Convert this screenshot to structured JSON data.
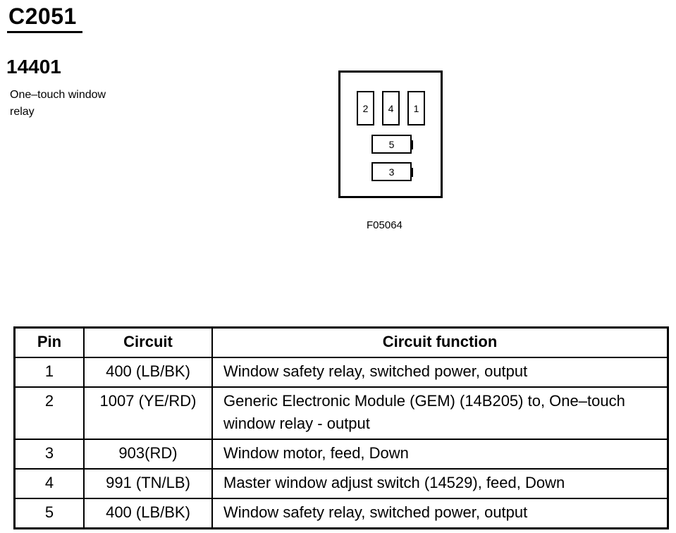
{
  "connector": {
    "id": "C2051",
    "part_number": "14401",
    "description": "One–touch window\nrelay",
    "figure_id": "F05064"
  },
  "connector_face": {
    "pins": [
      "2",
      "4",
      "1",
      "5",
      "3"
    ]
  },
  "table": {
    "headers": [
      "Pin",
      "Circuit",
      "Circuit function"
    ],
    "rows": [
      {
        "pin": "1",
        "circuit": "400 (LB/BK)",
        "function": "Window safety relay, switched power,  output"
      },
      {
        "pin": "2",
        "circuit": "1007 (YE/RD)",
        "function": "Generic Electronic Module (GEM) (14B205) to, One–touch window relay - output"
      },
      {
        "pin": "3",
        "circuit": "903(RD)",
        "function": "Window motor, feed, Down"
      },
      {
        "pin": "4",
        "circuit": "991 (TN/LB)",
        "function": "Master window adjust switch (14529), feed, Down"
      },
      {
        "pin": "5",
        "circuit": "400 (LB/BK)",
        "function": "Window safety relay, switched power, output"
      }
    ]
  }
}
